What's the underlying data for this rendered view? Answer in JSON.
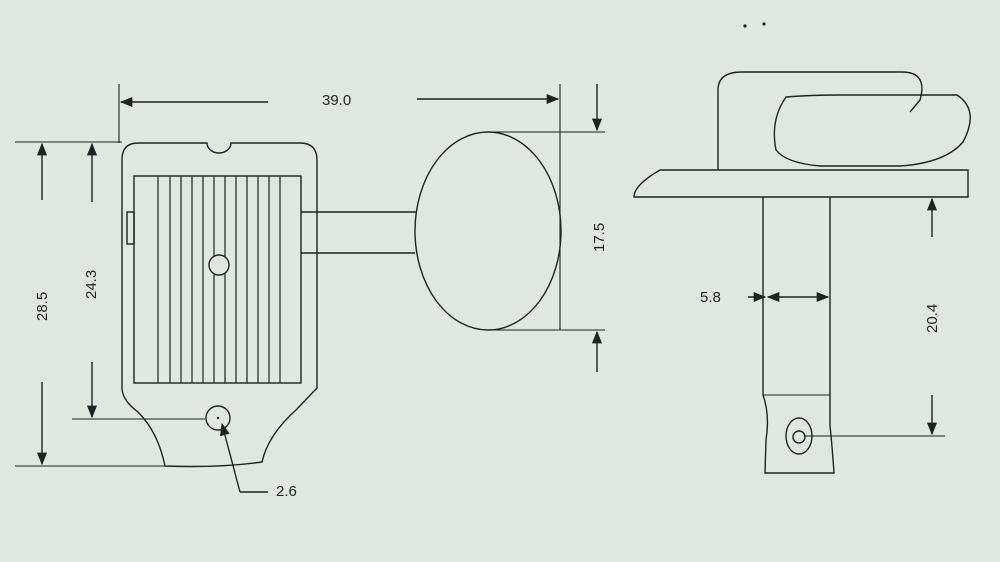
{
  "colors": {
    "paper": "#dfe7e0",
    "ink": "#1f2220"
  },
  "dimensions": {
    "overall_width": "39.0",
    "button_height": "17.5",
    "body_height": "28.5",
    "inner_height": "24.3",
    "hole_diameter": "2.6",
    "post_diameter": "5.8",
    "post_length": "20.4"
  }
}
